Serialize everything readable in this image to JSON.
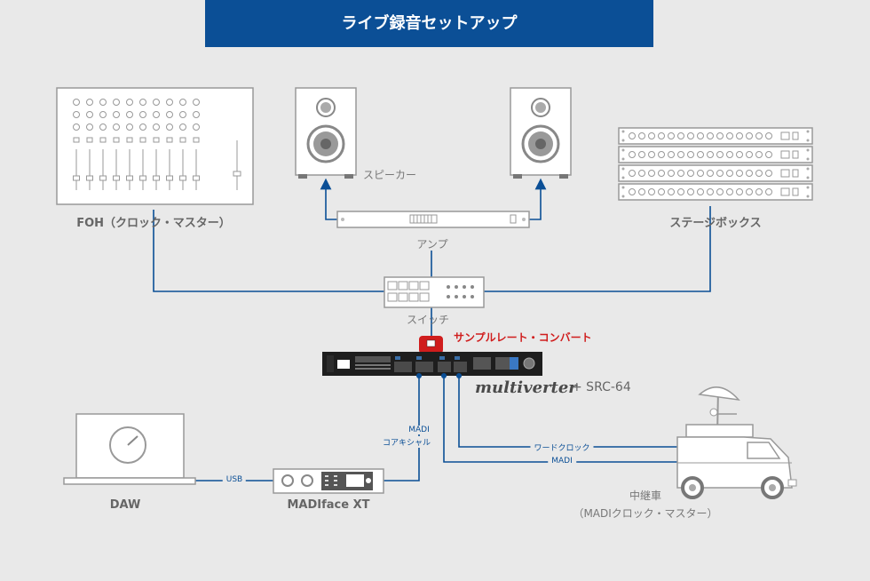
{
  "title": "ライブ録音セットアップ",
  "devices": {
    "foh": "FOH（クロック・マスター）",
    "speaker": "スピーカー",
    "amp": "アンプ",
    "stagebox": "ステージボックス",
    "switch": "スイッチ",
    "src_label": "サンプルレート・コンバート",
    "multiverter_logo": "multiverter",
    "multiverter_suffix": "+ SRC-64",
    "daw": "DAW",
    "madiface": "MADIface XT",
    "obvan_line1": "中継車",
    "obvan_line2": "（MADIクロック・マスター）"
  },
  "connections": {
    "madi_coax_line1": "MADI",
    "madi_coax_line2": "コアキシャル",
    "usb": "USB",
    "wordclock": "ワードクロック",
    "madi": "MADI"
  },
  "colors": {
    "title_bg": "#0b4f96",
    "line": "#0b4f96",
    "accent_red": "#d01d1d",
    "background": "#e9e9e9"
  }
}
